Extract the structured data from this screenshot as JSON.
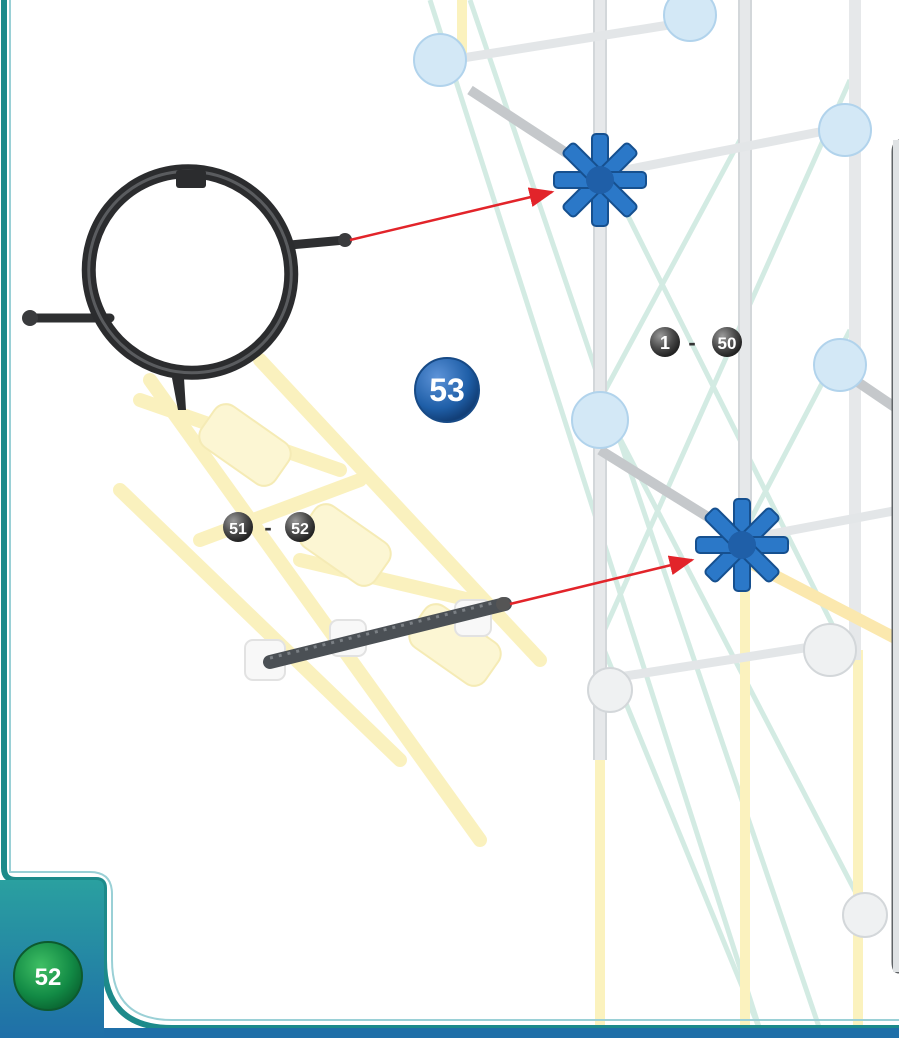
{
  "page": {
    "number": "52",
    "accent_color": "#1f5fa8",
    "frame_color": "#1d8a8a",
    "side_panel_color": "#d9dde0"
  },
  "instruction": {
    "step_number": "53",
    "step_badge_color": "#2a63b0",
    "sub_ranges": [
      {
        "from": "1",
        "dash": "-",
        "to": "50"
      },
      {
        "from": "51",
        "dash": "-",
        "to": "52"
      }
    ],
    "arrow_color": "#e2242a",
    "parts": {
      "ring": "ring-with-rods",
      "connector_top": "blue-connector",
      "connector_bottom": "blue-connector",
      "rod": "dark-gray-rod"
    }
  }
}
